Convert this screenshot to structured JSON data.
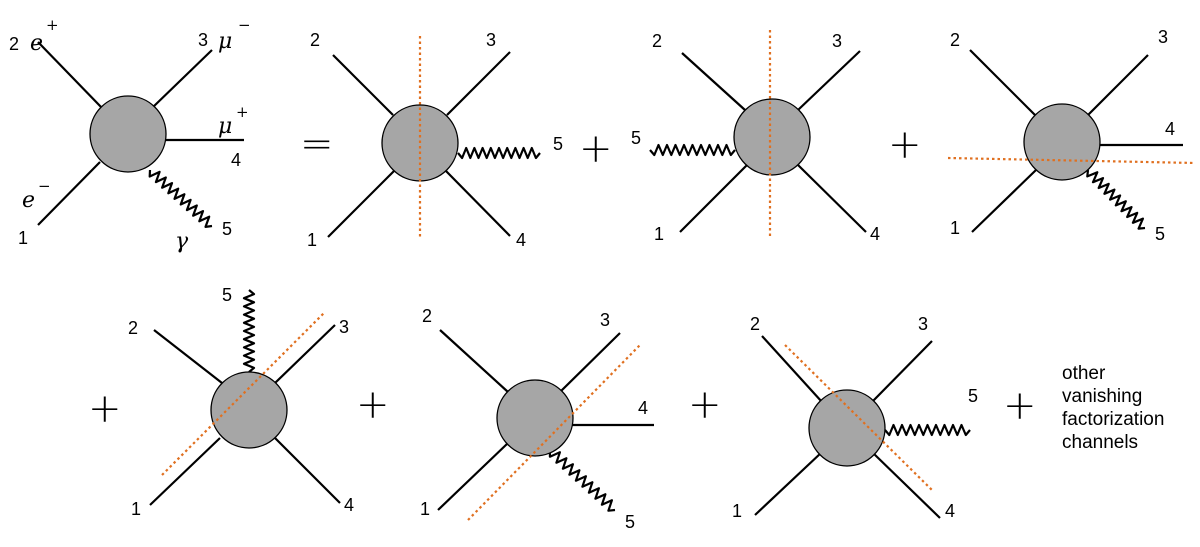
{
  "labels": {
    "n1": "1",
    "n2": "2",
    "n3": "3",
    "n4": "4",
    "n5": "5",
    "e_plus": "e",
    "e_minus": "e",
    "mu_minus": "μ",
    "mu_plus": "μ",
    "gamma": "γ",
    "sup_plus": "+",
    "sup_minus": "−"
  },
  "operators": {
    "equals": "=",
    "plus": "+"
  },
  "note_lines": [
    "other",
    "vanishing",
    "factorization",
    "channels"
  ],
  "colors": {
    "blob_fill": "#a6a6a6",
    "cut_line": "#e07020",
    "line": "#000000"
  }
}
